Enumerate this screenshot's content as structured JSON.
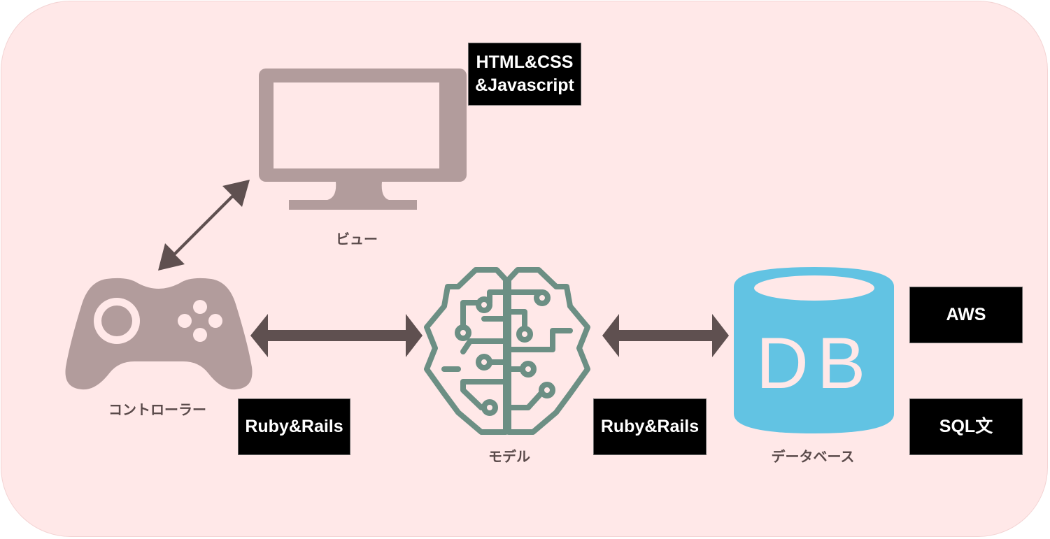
{
  "colors": {
    "background": "#ffe8e8",
    "view_icon": "#b29c9c",
    "controller_icon": "#b29c9c",
    "model_icon": "#6c8f84",
    "database_icon": "#62c3e3",
    "arrow": "#5f5050",
    "tag_bg": "#000000",
    "tag_text": "#ffffff"
  },
  "view": {
    "icon": "monitor-icon",
    "label": "ビュー",
    "tag": "HTML&CSS\n&Javascript"
  },
  "controller": {
    "icon": "gamepad-icon",
    "label": "コントローラー",
    "tag": "Ruby&Rails"
  },
  "model": {
    "icon": "brain-circuit-icon",
    "label": "モデル",
    "tag": "Ruby&Rails"
  },
  "database": {
    "icon": "database-icon",
    "label": "データベース",
    "icon_text": "DB",
    "tags": [
      "AWS",
      "SQL文"
    ]
  },
  "edges": [
    {
      "from": "controller",
      "to": "view",
      "type": "bidirectional"
    },
    {
      "from": "controller",
      "to": "model",
      "type": "bidirectional"
    },
    {
      "from": "model",
      "to": "database",
      "type": "bidirectional"
    }
  ]
}
